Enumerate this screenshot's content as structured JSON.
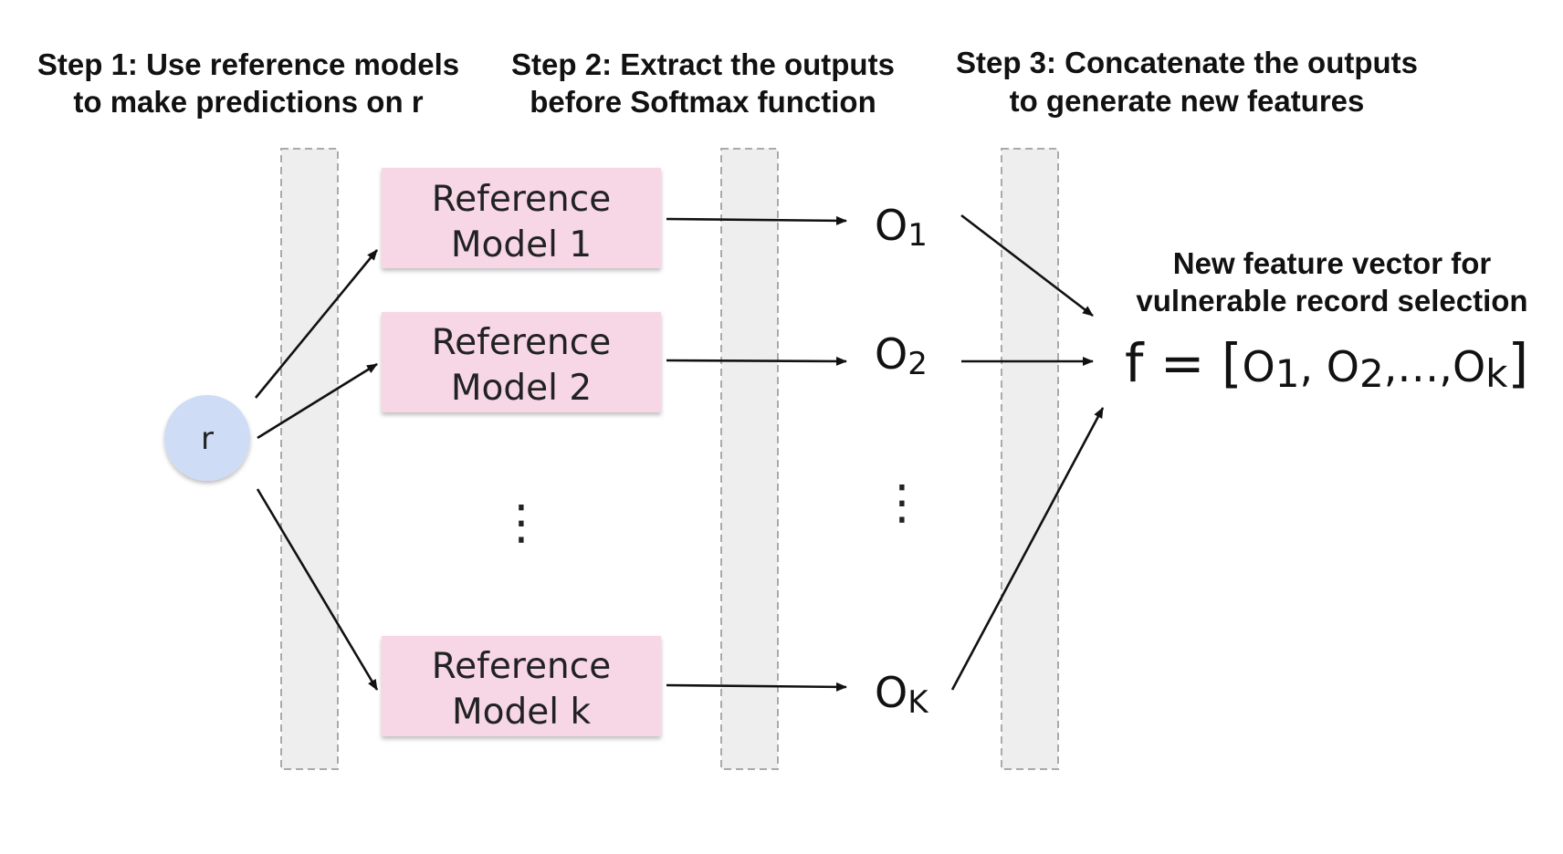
{
  "steps": {
    "step1": {
      "line1": "Step 1: Use reference models",
      "line2": "to make predictions on r"
    },
    "step2": {
      "line1": "Step 2: Extract the outputs",
      "line2": "before Softmax function"
    },
    "step3": {
      "line1": "Step 3: Concatenate the outputs",
      "line2": "to generate new features"
    }
  },
  "input_node": {
    "label": "r",
    "color": "#cfdcf5"
  },
  "models": [
    {
      "line1": "Reference",
      "line2": "Model 1"
    },
    {
      "line1": "Reference",
      "line2": "Model 2"
    },
    {
      "line1": "Reference",
      "line2": "Model k"
    }
  ],
  "models_ellipsis": "⋮",
  "outputs": [
    {
      "base": "O",
      "sub": "1"
    },
    {
      "base": "O",
      "sub": "2"
    },
    {
      "base": "O",
      "sub": "K"
    }
  ],
  "outputs_ellipsis": "⋮",
  "feature_vector": {
    "title_line1": "New feature vector for",
    "title_line2": "vulnerable record selection",
    "prefix": "f = [",
    "o1": "O",
    "s1": "1",
    "sep1": ", ",
    "o2": "O",
    "s2": "2",
    "sep2": ",…,",
    "ok": "O",
    "sk": "k",
    "suffix": "]"
  },
  "colors": {
    "model_box_fill": "#f7d7e6",
    "separator_fill": "#eeeeee",
    "separator_stroke": "#aaaaaa",
    "arrow": "#111111"
  }
}
